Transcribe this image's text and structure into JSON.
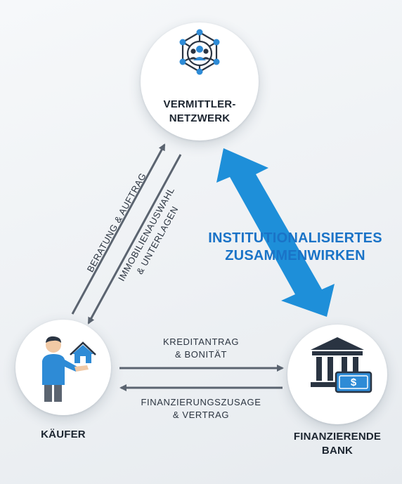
{
  "nodes": {
    "network": {
      "label_line1": "VERMITTLER-",
      "label_line2": "NETZWERK"
    },
    "buyer": {
      "label": "KÄUFER"
    },
    "bank": {
      "label_line1": "FINANZIERENDE",
      "label_line2": "BANK"
    }
  },
  "arrows": {
    "buyer_to_network": "BERATUNG & AUFTRAG",
    "network_to_buyer_line1": "IMMOBILIENAUSWAHL",
    "network_to_buyer_line2": "& UNTERLAGEN",
    "buyer_to_bank_line1": "KREDITANTRAG",
    "buyer_to_bank_line2": "& BONITÄT",
    "bank_to_buyer_line1": "FINANZIERUNGSZUSAGE",
    "bank_to_buyer_line2": "& VERTRAG"
  },
  "collaboration": {
    "line1": "INSTITUTIONALISIERTES",
    "line2": "ZUSAMMENWIRKEN"
  },
  "colors": {
    "accent_blue": "#1e8fd9",
    "arrow_gray": "#5b6470",
    "icon_dark": "#2a3442",
    "icon_blue": "#2e8bd6"
  },
  "icons": {
    "network": "network-people-icon",
    "buyer": "person-house-icon",
    "bank": "bank-building-money-icon"
  }
}
